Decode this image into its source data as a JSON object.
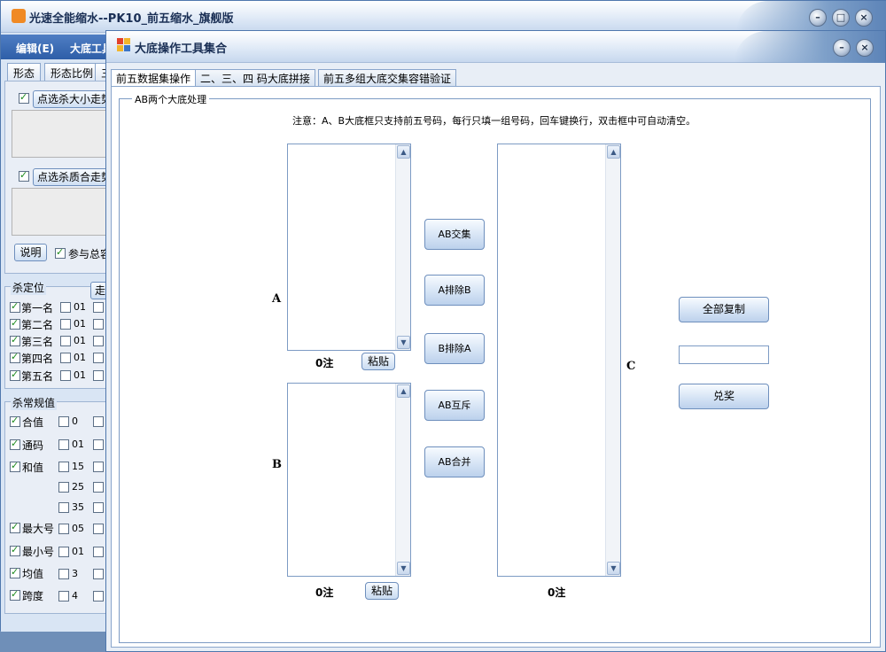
{
  "back_window": {
    "title": "光速全能缩水--PK10_前五缩水_旗舰版",
    "menu": [
      "编辑(E)",
      "大底工具"
    ],
    "tabs": [
      "形态",
      "形态比例",
      "三"
    ],
    "kill_size_button": "点选杀大小走势",
    "kill_prime_button": "点选杀质合走势",
    "explain_button": "说明",
    "join_total_label": "参与总容",
    "kill_position": {
      "title": "杀定位",
      "button": "走",
      "rows": [
        {
          "label": "第一名",
          "checked": true,
          "num": "01"
        },
        {
          "label": "第二名",
          "checked": true,
          "num": "01"
        },
        {
          "label": "第三名",
          "checked": true,
          "num": "01"
        },
        {
          "label": "第四名",
          "checked": true,
          "num": "01"
        },
        {
          "label": "第五名",
          "checked": true,
          "num": "01"
        }
      ]
    },
    "kill_regular": {
      "title": "杀常规值",
      "rows": [
        {
          "label": "合值",
          "checked": true,
          "num": "0"
        },
        {
          "label": "通码",
          "checked": true,
          "num": "01"
        },
        {
          "label": "和值",
          "checked": true,
          "num": "15"
        },
        {
          "label": "",
          "checked": false,
          "num": "25"
        },
        {
          "label": "",
          "checked": false,
          "num": "35"
        },
        {
          "label": "最大号",
          "checked": true,
          "num": "05"
        },
        {
          "label": "最小号",
          "checked": true,
          "num": "01"
        },
        {
          "label": "均值",
          "checked": true,
          "num": "3"
        },
        {
          "label": "跨度",
          "checked": true,
          "num": "4"
        }
      ]
    }
  },
  "dialog": {
    "title": "大底操作工具集合",
    "tabs": [
      "前五数据集操作",
      "二、三、四 码大底拼接",
      "前五多组大底交集容错验证"
    ],
    "group_title": "AB两个大底处理",
    "note": "注意：A、B大底框只支持前五号码，每行只填一组号码，回车键换行，双击框中可自动清空。",
    "label_a": "A",
    "label_b": "B",
    "label_c": "C",
    "count_a": "0注",
    "count_b": "0注",
    "count_c": "0注",
    "paste_label": "粘贴",
    "ops": [
      "AB交集",
      "A排除B",
      "B排除A",
      "AB互斥",
      "AB合并"
    ],
    "copy_all": "全部复制",
    "prize_input_value": "",
    "prize_button": "兑奖"
  },
  "icons": {
    "minimize": "minimize-icon",
    "maximize": "maximize-icon",
    "close": "close-icon",
    "scroll_up": "scroll-up-icon",
    "scroll_down": "scroll-down-icon"
  }
}
